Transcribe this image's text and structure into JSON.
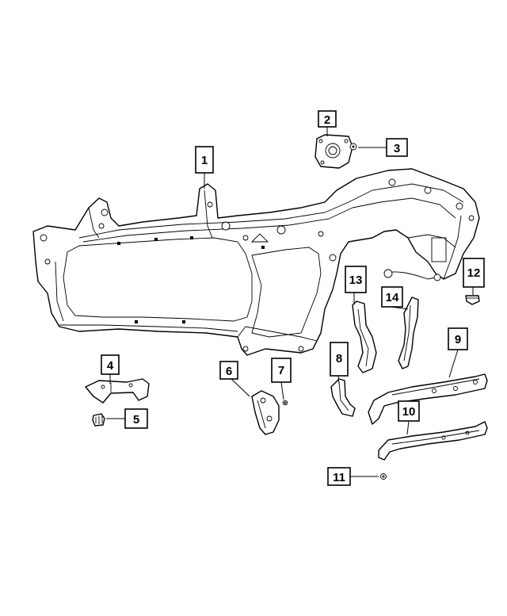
{
  "diagram": {
    "callouts": [
      {
        "id": "callout-1",
        "number": "1"
      },
      {
        "id": "callout-2",
        "number": "2"
      },
      {
        "id": "callout-3",
        "number": "3"
      },
      {
        "id": "callout-4",
        "number": "4"
      },
      {
        "id": "callout-5",
        "number": "5"
      },
      {
        "id": "callout-6",
        "number": "6"
      },
      {
        "id": "callout-7",
        "number": "7"
      },
      {
        "id": "callout-8",
        "number": "8"
      },
      {
        "id": "callout-9",
        "number": "9"
      },
      {
        "id": "callout-10",
        "number": "10"
      },
      {
        "id": "callout-11",
        "number": "11"
      },
      {
        "id": "callout-12",
        "number": "12"
      },
      {
        "id": "callout-13",
        "number": "13"
      },
      {
        "id": "callout-14",
        "number": "14"
      }
    ]
  }
}
